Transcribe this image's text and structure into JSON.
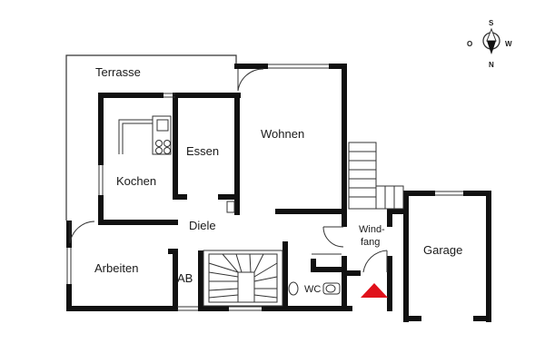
{
  "rooms": {
    "terrasse": "Terrasse",
    "kochen": "Kochen",
    "essen": "Essen",
    "wohnen": "Wohnen",
    "diele": "Diele",
    "arbeiten": "Arbeiten",
    "ab": "AB",
    "wc": "WC",
    "windfang_1": "Wind-",
    "windfang_2": "fang",
    "garage": "Garage"
  },
  "compass": {
    "north": "N",
    "south": "S",
    "east": "O",
    "west": "W"
  },
  "colors": {
    "wall": "#111111",
    "thin_line": "#333333",
    "entrance_marker": "#e0101a"
  }
}
